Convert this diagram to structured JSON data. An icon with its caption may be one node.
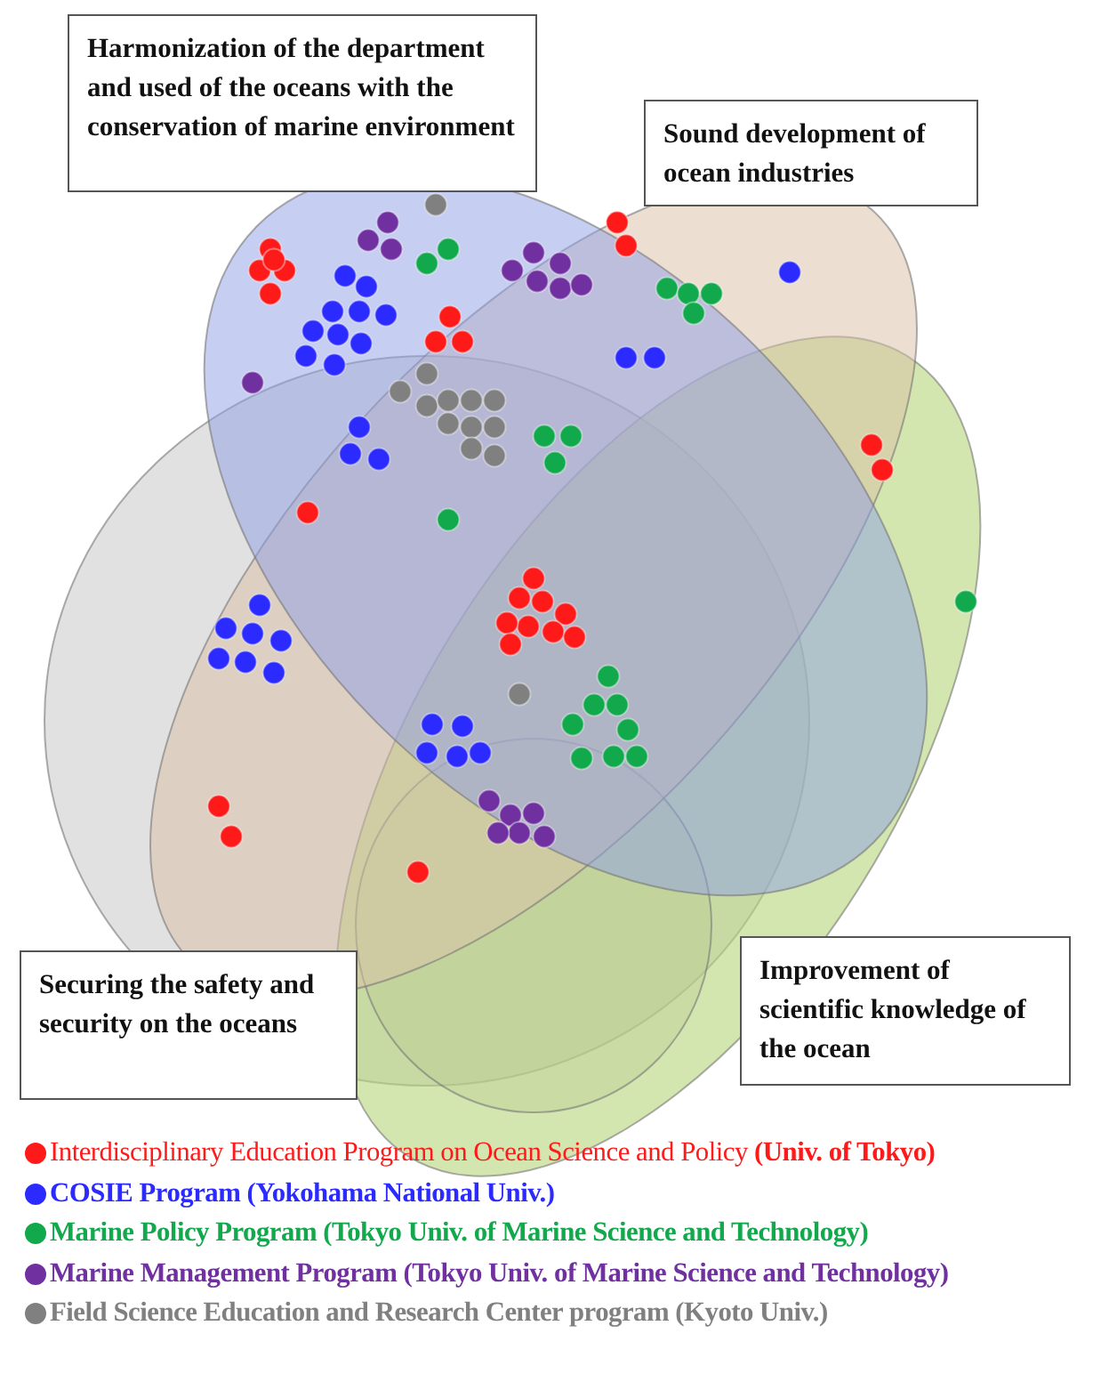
{
  "diagram": {
    "nodes": [
      {
        "text": [
          "Harmonization of the department and used of the oceans with the conservation of marine environment"
        ]
      },
      {
        "text": [
          "Sound development of ocean industries"
        ]
      },
      {
        "text": [
          "Securing the safety and security on the oceans"
        ]
      },
      {
        "text": [
          "Improvement of scientific knowledge of the ocean"
        ]
      }
    ],
    "legend": [
      {
        "text": "Interdisciplinary Education Program on Ocean Science and Policy **(Univ. of Tokyo)**",
        "color": "#ff1a1a"
      },
      {
        "text": "COSIE Program (Yokohama National Univ.)",
        "color": "#2b2bff"
      },
      {
        "text": "Marine Policy Program (Tokyo Univ. of Marine Science and Technology)",
        "color": "#12a84c"
      },
      {
        "text": "Marine Management Program (Tokyo Univ. of Marine Science and Technology)",
        "color": "#7030a0"
      },
      {
        "text": "Field Science Education and Research Center program (Kyoto Univ.)",
        "color": "#808080"
      }
    ]
  }
}
